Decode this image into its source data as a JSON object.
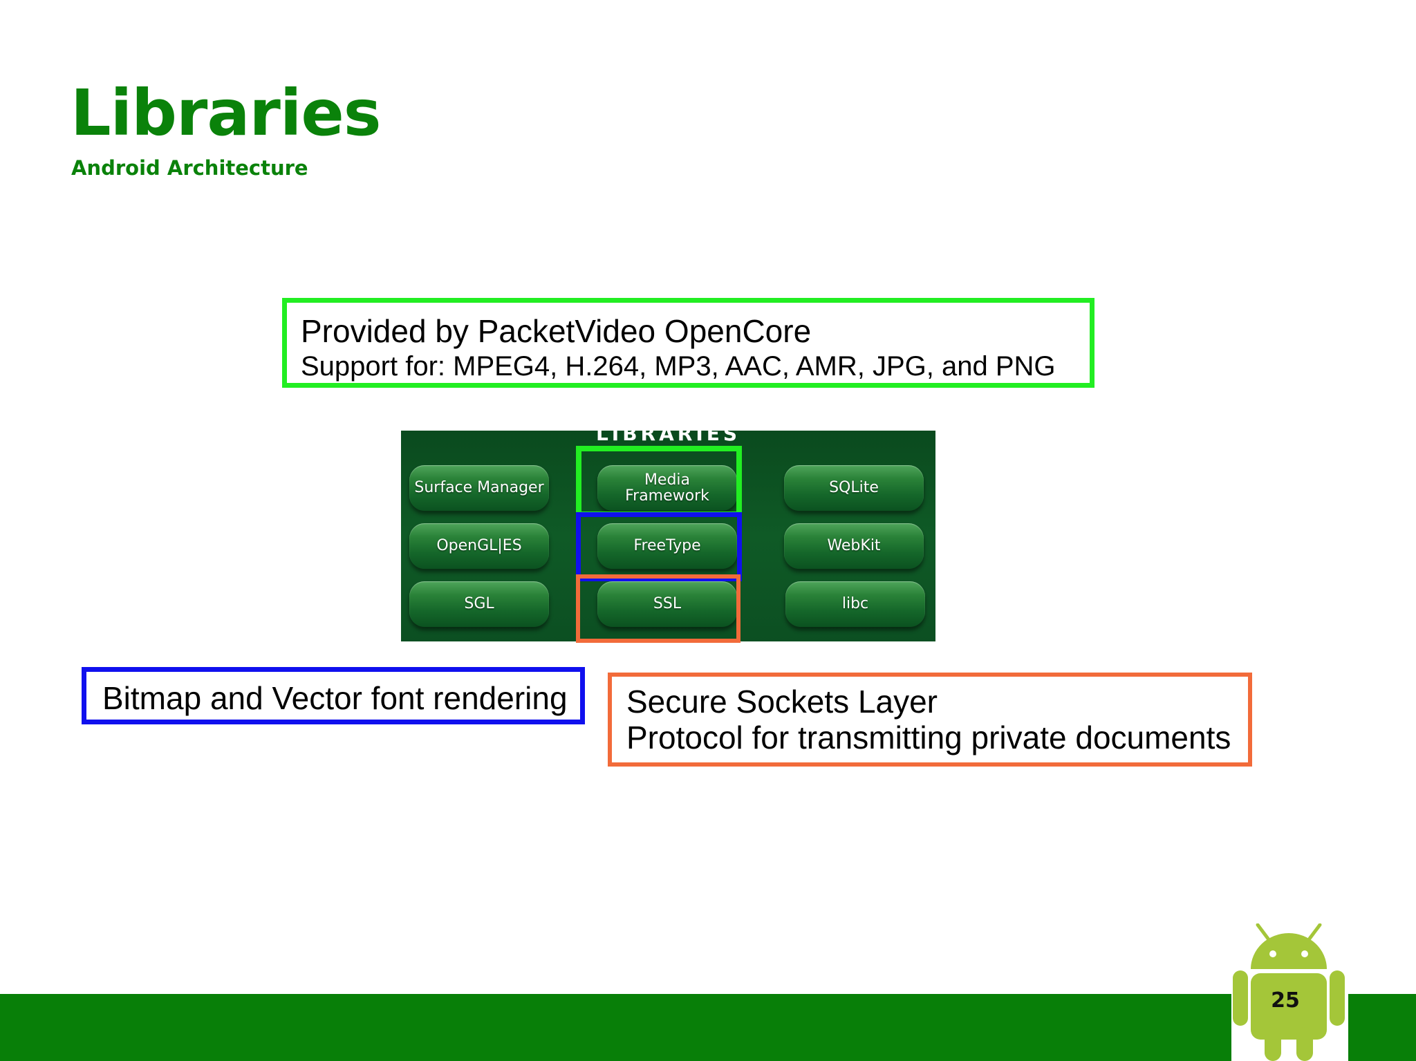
{
  "slide": {
    "title": "Libraries",
    "subtitle": "Android Architecture",
    "page_number": "25"
  },
  "callouts": {
    "media": {
      "line1": "Provided by PacketVideo OpenCore",
      "line2": "Support for: MPEG4, H.264, MP3, AAC, AMR, JPG, and PNG"
    },
    "font": {
      "text": "Bitmap and Vector font rendering"
    },
    "ssl": {
      "line1": "Secure Sockets Layer",
      "line2": "Protocol for transmitting private documents"
    }
  },
  "libraries_panel": {
    "heading": "LIBRARIES",
    "items": [
      "Surface Manager",
      "Media Framework",
      "SQLite",
      "OpenGL|ES",
      "FreeType",
      "WebKit",
      "SGL",
      "SSL",
      "libc"
    ]
  },
  "colors": {
    "title_green": "#0a820a",
    "footer_green": "#087f08",
    "highlight_media": "#22ee22",
    "highlight_font": "#1010ee",
    "highlight_ssl": "#f26b3a",
    "android_green": "#a4c639"
  },
  "icons": {
    "mascot": "android-robot-icon"
  }
}
